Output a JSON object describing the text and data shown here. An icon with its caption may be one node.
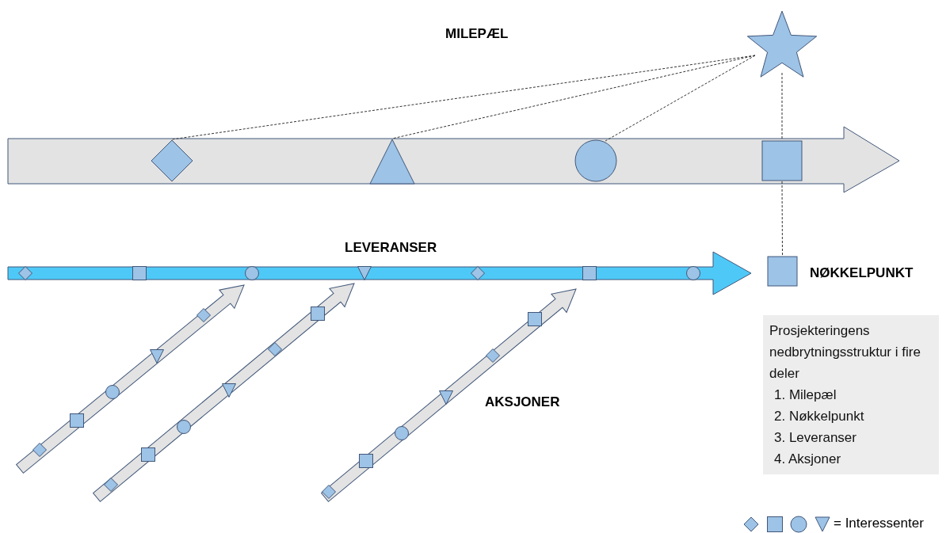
{
  "diagram": {
    "nodes": [
      {
        "text": [],
        "shape": "star"
      },
      {
        "text": [],
        "shape": "diamond"
      },
      {
        "text": [],
        "shape": "triangle"
      },
      {
        "text": [],
        "shape": "circle"
      },
      {
        "text": [],
        "shape": "box"
      },
      {
        "text": [],
        "shape": "box",
        "beside": [
          "NØKKELPUNKT"
        ]
      },
      {
        "text": [
          "Prosjekteringens nedbrytningsstruktur i fire deler",
          "1. Milepæl",
          "2. Nøkkelpunkt",
          "3. Leveranser",
          "4. Aksjoner"
        ]
      }
    ],
    "edges": [
      {
        "from": 0,
        "to": 1,
        "arrow": "none",
        "style": "dashed"
      },
      {
        "from": 0,
        "to": 2,
        "arrow": "none",
        "style": "dashed"
      },
      {
        "from": 0,
        "to": 3,
        "arrow": "none",
        "style": "dashed"
      },
      {
        "from": 0,
        "to": 4,
        "arrow": "none",
        "style": "dashed"
      },
      {
        "from": 4,
        "to": 5,
        "arrow": "none",
        "style": "dashed"
      }
    ],
    "labels": [
      "MILEPÆL",
      "LEVERANSER",
      "AKSJONER"
    ],
    "legend": [
      {
        "text": "= Interessenter"
      }
    ]
  }
}
